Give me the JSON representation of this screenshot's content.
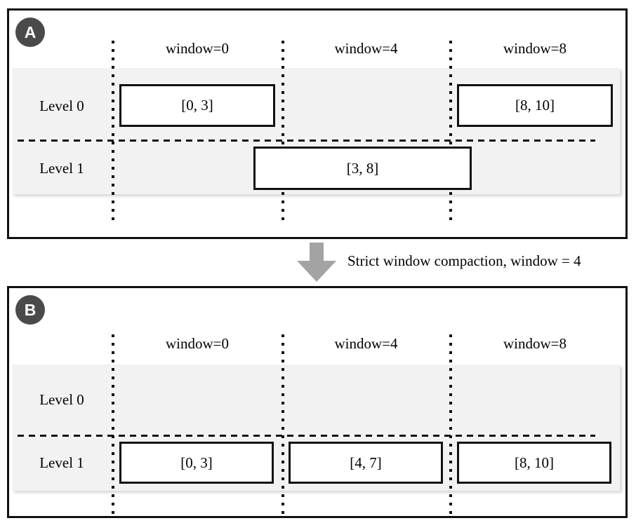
{
  "panel_a": {
    "badge": "A",
    "headers": [
      "window=0",
      "window=4",
      "window=8"
    ],
    "row_labels": [
      "Level 0",
      "Level 1"
    ],
    "level0_boxes": [
      {
        "text": "[0, 3]"
      },
      {
        "text": "[8, 10]"
      }
    ],
    "level1_boxes": [
      {
        "text": "[3, 8]"
      }
    ]
  },
  "transition": {
    "label": "Strict window compaction, window = 4",
    "arrow_icon": "down-block-arrow"
  },
  "panel_b": {
    "badge": "B",
    "headers": [
      "window=0",
      "window=4",
      "window=8"
    ],
    "row_labels": [
      "Level 0",
      "Level 1"
    ],
    "level0_boxes": [],
    "level1_boxes": [
      {
        "text": "[0, 3]"
      },
      {
        "text": "[4, 7]"
      },
      {
        "text": "[8, 10]"
      }
    ]
  },
  "colors": {
    "panel_border": "#111111",
    "row_band": "#f2f2f2",
    "badge_background": "#4a4a4a",
    "arrow": "#a3a3a3",
    "text": "#000000"
  }
}
